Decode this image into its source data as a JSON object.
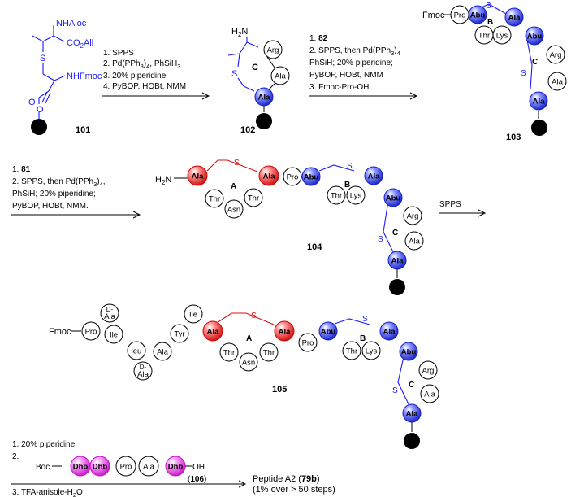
{
  "colors": {
    "blue_bead": "#1f2fe0",
    "red_bead": "#e01010",
    "magenta_bead": "#e020e0",
    "blue_bond": "#1a1aff",
    "red_bond": "#dd1111",
    "resin": "#000000"
  },
  "compound_101": {
    "nhaloc": "NHAloc",
    "co2all_a": "CO",
    "co2all_sub": "2",
    "co2all_b": "All",
    "nhfmoc": "NHFmoc",
    "s": "S",
    "o_carbonyl": "O",
    "o_ester": "O",
    "label": "101"
  },
  "step1": {
    "lines": [
      "1. SPPS",
      "2. Pd(PPh",
      "3. 20% piperidine",
      "4. PyBOP,  HOBt, NMM"
    ],
    "pd_sub": "3",
    "pd_tail_a": ")",
    "pd_sub2": "4",
    "pd_tail_b": ", PhSiH",
    "pd_sub3": "3"
  },
  "compound_102": {
    "h2n": "H",
    "h2n_sub": "2",
    "h2n_tail": "N",
    "s": "S",
    "ring": "C",
    "residues": [
      "Arg",
      "Ala",
      "Ala"
    ],
    "label": "102"
  },
  "step2": {
    "l1_num": "1. ",
    "l1_bold": "82",
    "l2": "2. SPPS, then Pd(PPh",
    "l2_sub": "3",
    "l2_tail": ")",
    "l2_sub2": "4",
    "l3": "PhSiH; 20% piperidine;",
    "l4": "PyBOP,  HOBt, NMM",
    "l5": "3. Fmoc-Pro-OH"
  },
  "compound_103": {
    "fmoc": "Fmoc",
    "residues": [
      "Pro",
      "Abu",
      "Ala",
      "Thr",
      "Lys",
      "Abu",
      "Arg",
      "Ala",
      "Ala"
    ],
    "ring_b": "B",
    "ring_c": "C",
    "s": "S",
    "label": "103"
  },
  "step3": {
    "l1_num": "1. ",
    "l1_bold": "81",
    "l2": "2. SPPS, then Pd(PPh",
    "l2_sub": "3",
    "l2_tail": ")",
    "l2_sub2": "4",
    "l2_end": ",",
    "l3": "PhSiH; 20% piperidine;",
    "l4": "PyBOP,  HOBt, NMM."
  },
  "compound_104": {
    "h2n": "H",
    "h2n_sub": "2",
    "h2n_tail": "N",
    "residues": [
      "Ala",
      "Thr",
      "Asn",
      "Thr",
      "Ala",
      "Pro",
      "Abu",
      "Thr",
      "Lys",
      "Ala",
      "Abu",
      "Arg",
      "Ala",
      "Ala"
    ],
    "ring_a": "A",
    "ring_b": "B",
    "ring_c": "C",
    "s": "S",
    "label": "104"
  },
  "step4": {
    "label": "SPPS"
  },
  "compound_105": {
    "fmoc": "Fmoc",
    "d_prefix": "D-",
    "residues": [
      "Pro",
      "Ala",
      "Ile",
      "leu",
      "Ala",
      "Ala",
      "Tyr",
      "Ile",
      "Ala",
      "Thr",
      "Asn",
      "Thr",
      "Ala",
      "Pro",
      "Abu",
      "Thr",
      "Lys",
      "Ala",
      "Abu",
      "Arg",
      "Ala",
      "Ala"
    ],
    "ring_a": "A",
    "ring_b": "B",
    "ring_c": "C",
    "s": "S",
    "label": "105"
  },
  "step5": {
    "l1": "1. 20% piperidine",
    "l2": "2.",
    "boc": "Boc",
    "residues": [
      "Dhb",
      "Dhb",
      "Pro",
      "Ala",
      "Dhb"
    ],
    "oh": "OH",
    "ref_open": "(",
    "ref_bold": "106",
    "ref_close": ")",
    "l3": "3. TFA-anisole-H",
    "l3_sub": "2",
    "l3_tail": "O"
  },
  "product": {
    "name": "Peptide A2 (",
    "name_bold": "79b",
    "name_close": ")",
    "yield": "(1% over > 50 steps)"
  }
}
